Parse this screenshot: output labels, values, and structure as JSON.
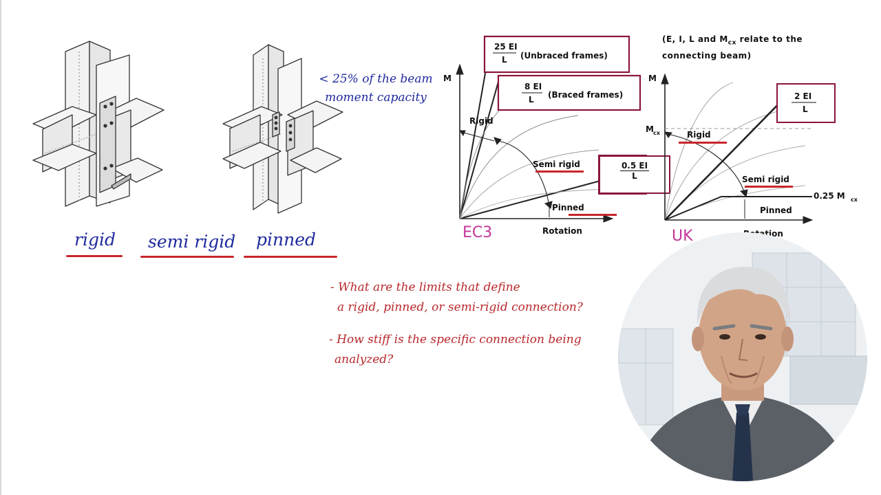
{
  "connections": {
    "labels": [
      "rigid",
      "semi rigid",
      "pinned"
    ],
    "note": [
      "< 25% of the beam",
      "moment capacity"
    ]
  },
  "ec3_chart": {
    "axis_y": "M",
    "axis_x": "Rotation",
    "tag": "EC3",
    "box_unbraced": {
      "num": "25  EI",
      "den": "L",
      "text": "(Unbraced frames)"
    },
    "box_braced": {
      "num": "8  EI",
      "den": "L",
      "text": "(Braced frames)"
    },
    "box_half": {
      "num": "0.5  EI",
      "den": "L"
    },
    "zone_rigid": "Rigid",
    "zone_semi": "Semi rigid",
    "zone_pinned": "Pinned"
  },
  "uk_chart": {
    "caption": [
      "(E, I, L and M",
      "cx",
      " relate to the",
      "connecting beam)"
    ],
    "axis_y": "M",
    "axis_x": "Rotation",
    "tag": "UK",
    "mcx_label": "M",
    "mcx_sub": "cx",
    "box_two": {
      "num": "2  EI",
      "den": "L"
    },
    "zone_rigid": "Rigid",
    "zone_semi": "Semi rigid",
    "zone_pinned": "Pinned",
    "quarter_label": "0.25  M",
    "quarter_sub": "cx"
  },
  "questions": [
    [
      "- What are the limits that define",
      "  a rigid, pinned, or semi-rigid connection?"
    ],
    [
      "- How stiff is the specific connection being",
      "  analyzed?"
    ]
  ],
  "colors": {
    "accent_red": "#c8262b",
    "box_border": "#8a1538",
    "handwriting_blue": "#1f2a9c",
    "tag_pink": "#c2379a"
  }
}
